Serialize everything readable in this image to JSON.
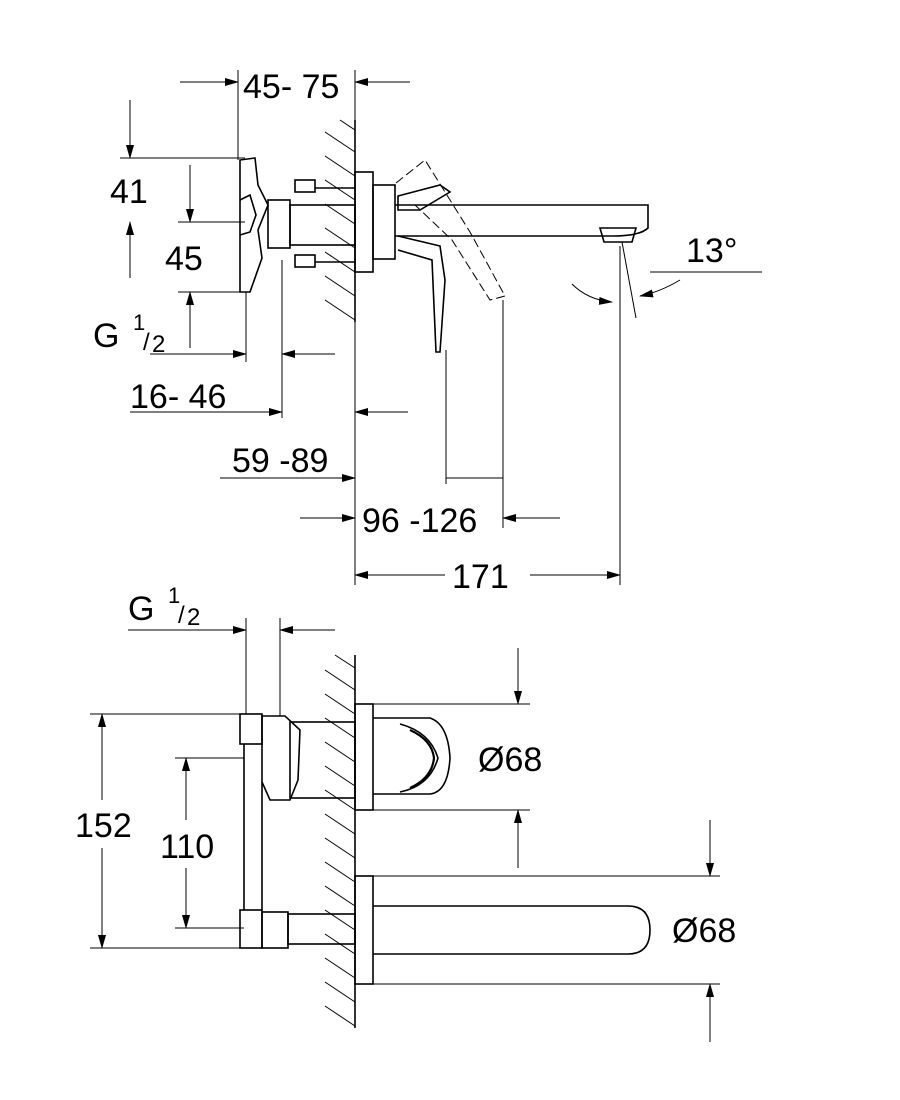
{
  "top_view": {
    "dim_45_75": "45- 75",
    "dim_41": "41",
    "dim_45": "45",
    "thread_g": "G",
    "thread_num": "1",
    "thread_den": "2",
    "dim_16_46": "16- 46",
    "dim_59_89": "59 -89",
    "dim_96_126": "96 -126",
    "dim_171": "171",
    "angle": "13°"
  },
  "bottom_view": {
    "thread_g": "G",
    "thread_num": "1",
    "thread_den": "2",
    "dim_152": "152",
    "dim_110": "110",
    "dia_lever": "Ø68",
    "dia_spout": "Ø68"
  }
}
